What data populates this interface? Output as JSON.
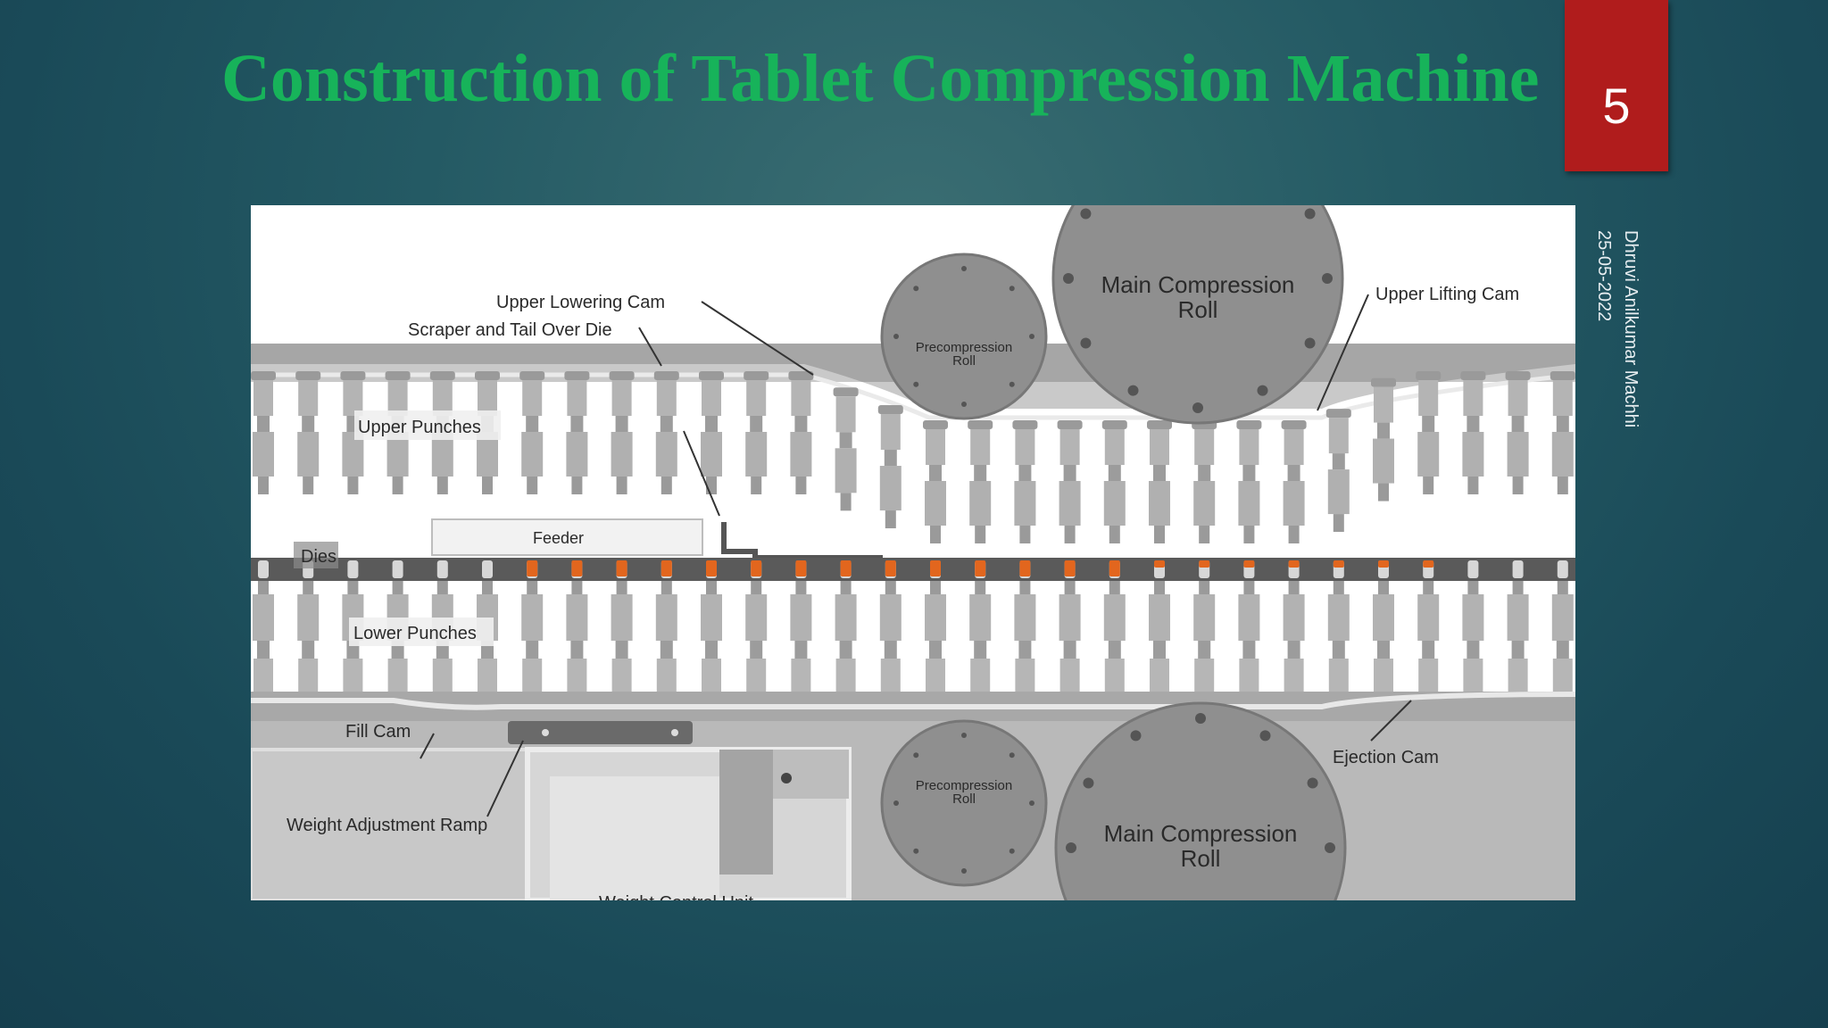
{
  "slide": {
    "title": "Construction of Tablet Compression Machine",
    "page_number": "5",
    "footer": {
      "author": "Dhruvi Anilkumar Machhi",
      "date": "25-05-2022"
    }
  },
  "diagram": {
    "labels": {
      "upper_lowering_cam": "Upper  Lowering Cam",
      "scraper_tail": "Scraper and Tail Over Die",
      "upper_punches": "Upper Punches",
      "feeder": "Feeder",
      "dies": "Dies",
      "lower_punches": "Lower Punches",
      "fill_cam": "Fill Cam",
      "weight_adjustment_ramp": "Weight Adjustment Ramp",
      "weight_control_unit": "Weight Control Unit",
      "precompression_roll_top": "Precompression Roll",
      "main_compression_roll_top": "Main Compression Roll",
      "upper_lifting_cam": "Upper  Lifting Cam",
      "precompression_roll_bottom": "Precompression Roll",
      "main_compression_roll_bottom": "Main Compression Roll",
      "ejection_cam": "Ejection Cam"
    }
  },
  "colors": {
    "title": "#17b35a",
    "page_tab": "#b01c1c",
    "granule": "#e2661e",
    "roll": "#8f8f8f"
  }
}
